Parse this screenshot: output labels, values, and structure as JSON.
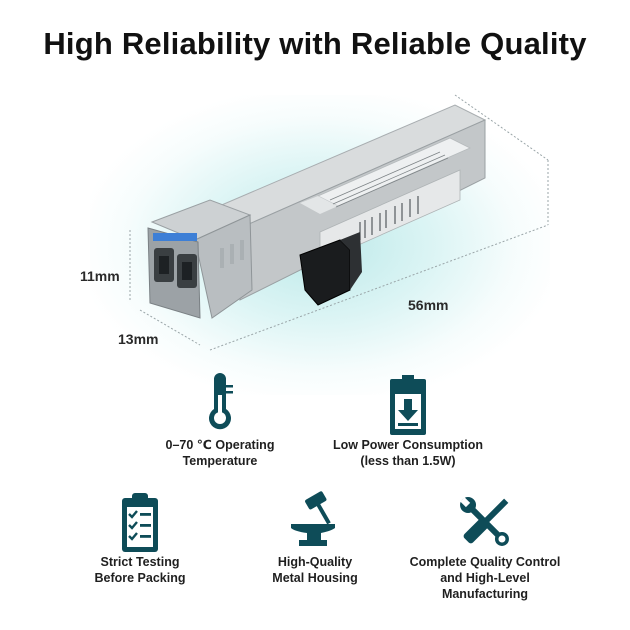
{
  "title": "High Reliability with Reliable Quality",
  "dimensions": {
    "height": "11mm",
    "width": "13mm",
    "length": "56mm"
  },
  "features": [
    {
      "line1": "0–70 ℃ Operating",
      "line2": "Temperature",
      "icon": "thermometer-icon"
    },
    {
      "line1": "Low Power Consumption",
      "line2": "(less than 1.5W)",
      "icon": "battery-icon"
    },
    {
      "line1": "Strict Testing",
      "line2": "Before Packing",
      "icon": "clipboard-checklist-icon"
    },
    {
      "line1": "High-Quality",
      "line2": "Metal Housing",
      "icon": "anvil-hammer-icon"
    },
    {
      "line1": "Complete Quality Control",
      "line2": "and High-Level",
      "line3": "Manufacturing",
      "icon": "wrench-screwdriver-icon"
    }
  ],
  "colors": {
    "icon": "#0e4c58",
    "glow": "#bfe8e8"
  }
}
